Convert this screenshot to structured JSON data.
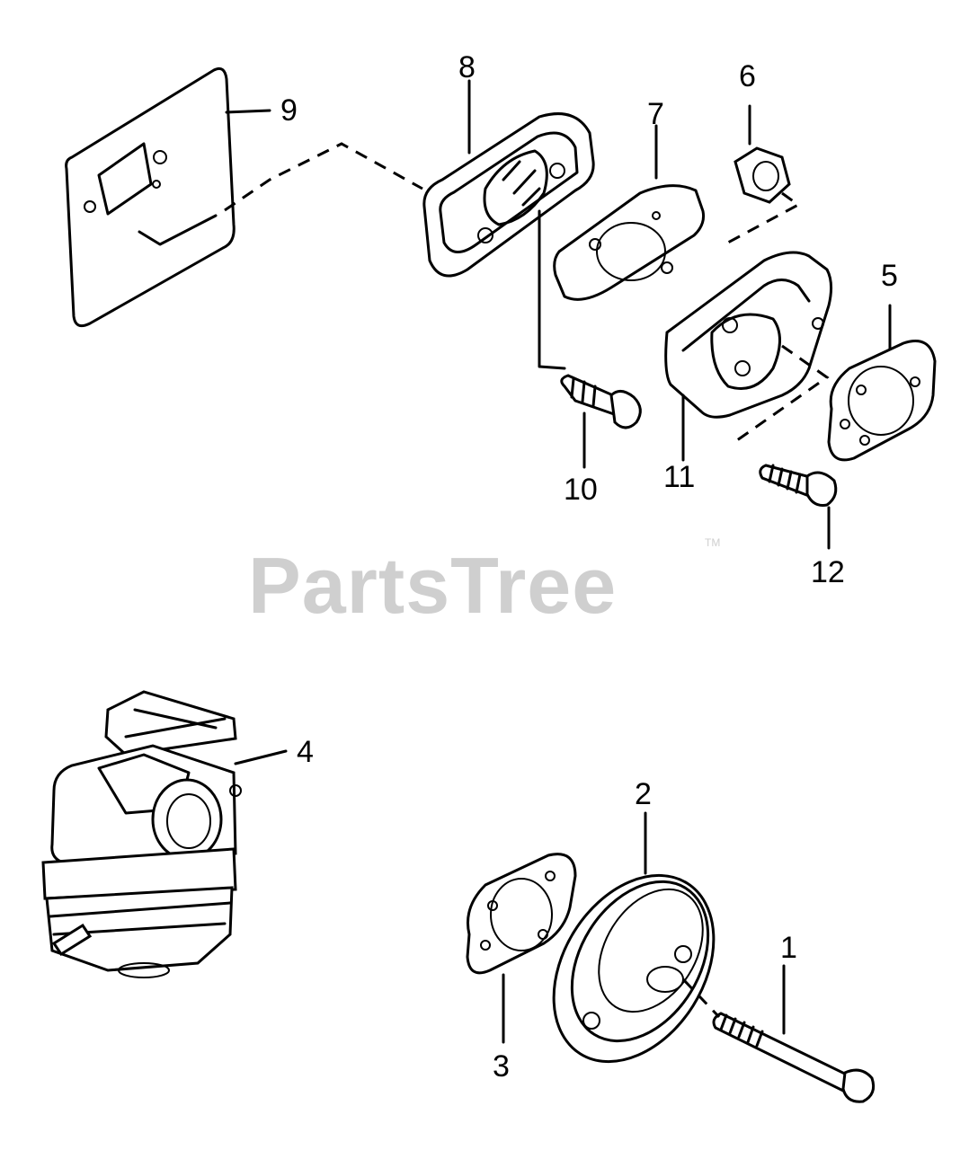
{
  "watermark": {
    "text": "PartsTree",
    "trademark": "TM",
    "color": "#cfcfcf"
  },
  "callouts": {
    "part_1": "1",
    "part_2": "2",
    "part_3": "3",
    "part_4": "4",
    "part_5": "5",
    "part_6": "6",
    "part_7": "7",
    "part_8": "8",
    "part_9": "9",
    "part_10": "10",
    "part_11": "11",
    "part_12": "12"
  },
  "parts": [
    {
      "id": "1",
      "icon": "bolt-icon"
    },
    {
      "id": "2",
      "icon": "reflector-plate-icon"
    },
    {
      "id": "3",
      "icon": "gasket-icon"
    },
    {
      "id": "4",
      "icon": "carburetor-icon"
    },
    {
      "id": "5",
      "icon": "gasket-icon"
    },
    {
      "id": "6",
      "icon": "nut-icon"
    },
    {
      "id": "7",
      "icon": "gasket-icon"
    },
    {
      "id": "8",
      "icon": "muffler-icon"
    },
    {
      "id": "9",
      "icon": "heat-shield-icon"
    },
    {
      "id": "10",
      "icon": "bolt-icon"
    },
    {
      "id": "11",
      "icon": "insulator-icon"
    },
    {
      "id": "12",
      "icon": "screw-icon"
    }
  ]
}
